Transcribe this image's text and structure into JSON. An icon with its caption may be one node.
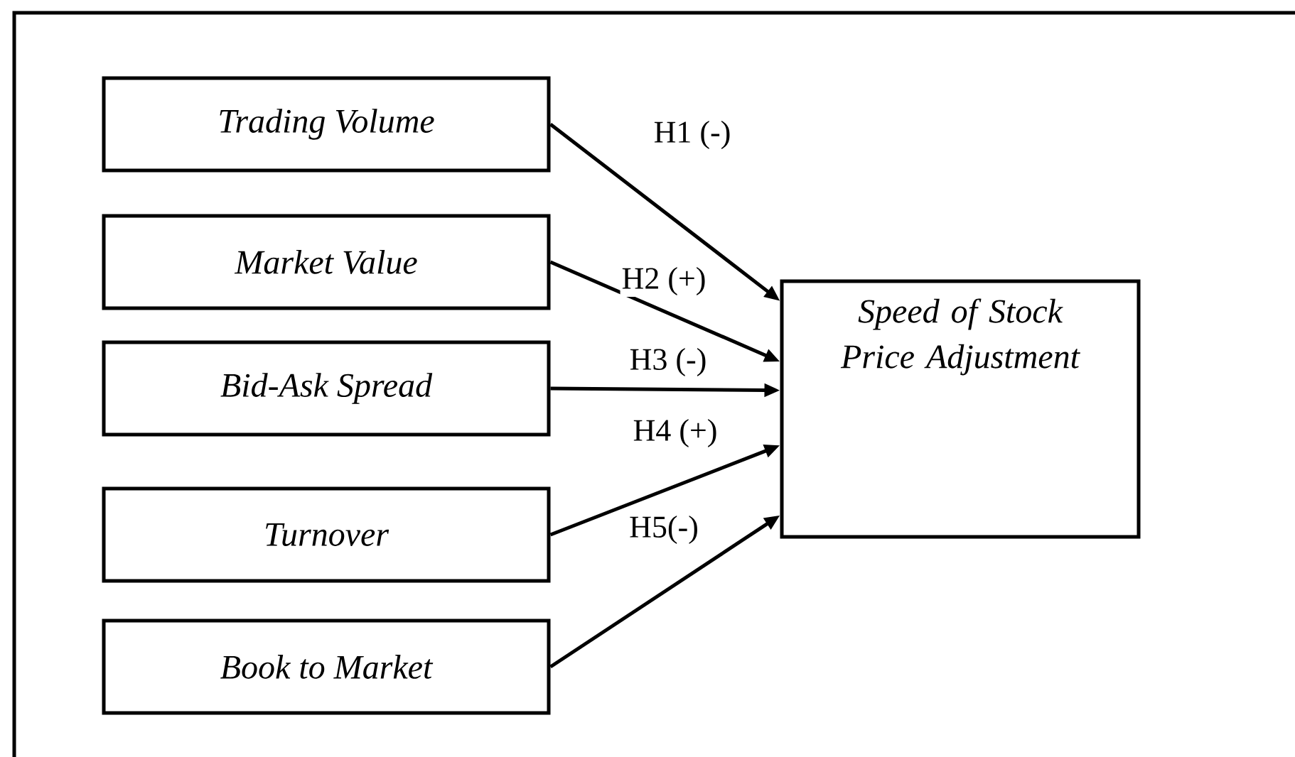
{
  "diagram": {
    "nodes": [
      {
        "text": [
          "Trading Volume"
        ]
      },
      {
        "text": [
          "Market Value"
        ]
      },
      {
        "text": [
          "Bid-Ask Spread"
        ]
      },
      {
        "text": [
          "Turnover"
        ]
      },
      {
        "text": [
          "Book to Market"
        ]
      },
      {
        "text": [
          "Speed of Stock Price Adjustment"
        ]
      }
    ],
    "edges": [
      {
        "from": 0,
        "to": 5,
        "arrow": "to",
        "label": "H1 (-)"
      },
      {
        "from": 1,
        "to": 5,
        "arrow": "to",
        "label": "H2 (+)"
      },
      {
        "from": 2,
        "to": 5,
        "arrow": "to",
        "label": "H3 (-)"
      },
      {
        "from": 3,
        "to": 5,
        "arrow": "to",
        "label": "H4 (+)"
      },
      {
        "from": 4,
        "to": 5,
        "arrow": "to",
        "label": "H5(-)"
      }
    ]
  }
}
